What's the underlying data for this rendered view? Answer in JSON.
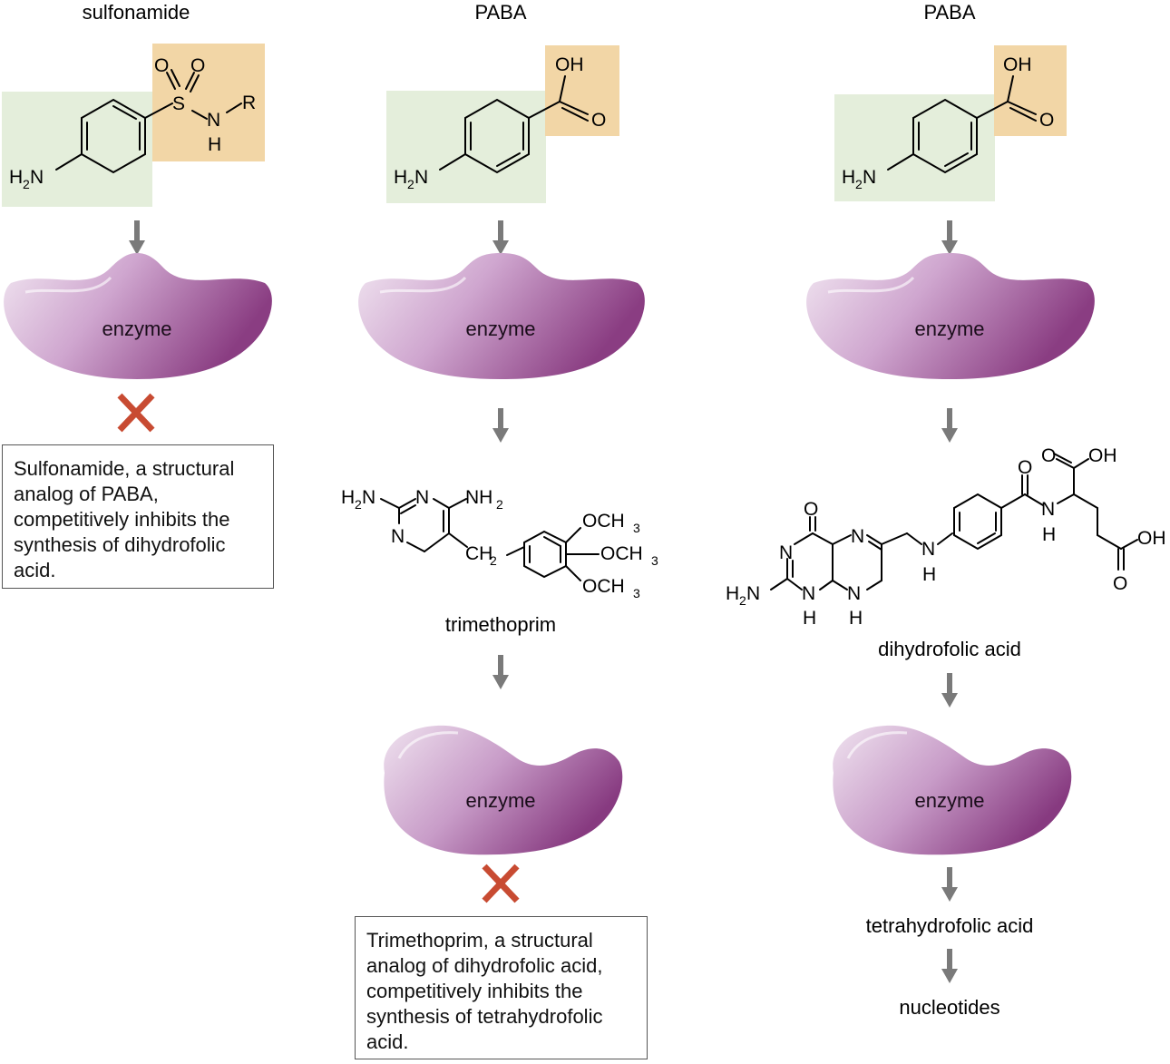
{
  "columns": [
    {
      "title": "sulfonamide",
      "enzyme_label": "enzyme",
      "note_lines": [
        "Sulfonamide, a structural",
        "analog of PABA,",
        "competitively inhibits the",
        "synthesis of dihydrofolic",
        "acid."
      ]
    },
    {
      "title": "PABA",
      "enzyme_label": "enzyme",
      "intermediate_label": "trimethoprim",
      "enzyme2_label": "enzyme",
      "note_lines": [
        "Trimethoprim, a structural",
        "analog of dihydrofolic acid,",
        "competitively inhibits the",
        "synthesis of tetrahydrofolic",
        "acid."
      ]
    },
    {
      "title": "PABA",
      "enzyme_label": "enzyme",
      "intermediate_label": "dihydrofolic acid",
      "enzyme2_label": "enzyme",
      "product_label": "tetrahydrofolic acid",
      "final_label": "nucleotides"
    }
  ],
  "atoms": {
    "oxygen": "O",
    "nitrogen": "N",
    "sulfur": "S",
    "hydrogen": "H",
    "r_group": "R",
    "amine": "H",
    "amine_sub": "2",
    "amine_n": "N",
    "hydroxyl": "OH",
    "nh2_n": "NH",
    "nh2_sub": "2",
    "ch2": "CH",
    "ch2_sub": "2",
    "och3": "OCH",
    "och3_sub": "3"
  },
  "colors": {
    "green_box": "#e4eedb",
    "orange_box": "#f2d6a6",
    "enzyme_dark": "#8a3d82",
    "enzyme_light": "#eadbea",
    "arrow": "#7a7a7a",
    "cross": "#c84b32"
  },
  "icons": [
    "down-arrow-icon",
    "cross-icon",
    "enzyme-shape-icon"
  ]
}
